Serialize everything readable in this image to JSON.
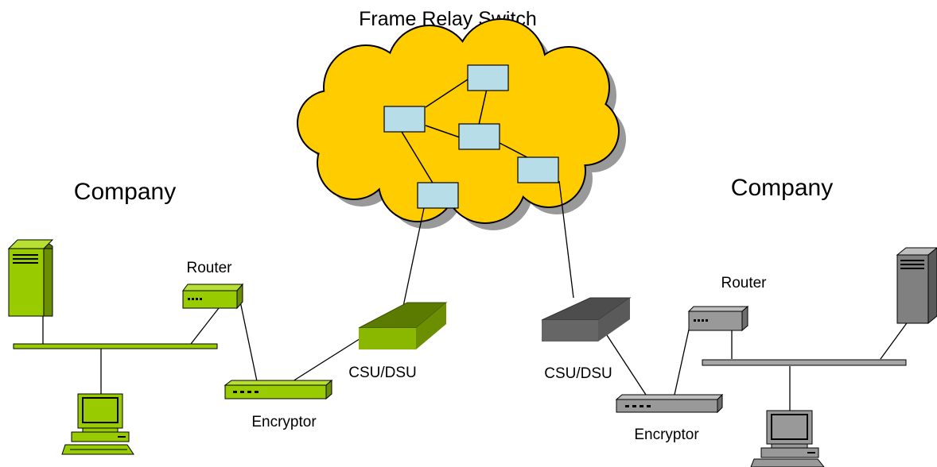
{
  "diagram": {
    "cloud_label": "Frame Relay Switch",
    "left_site": {
      "title": "Company",
      "router_label": "Router",
      "encryptor_label": "Encryptor",
      "csu_label": "CSU/DSU"
    },
    "right_site": {
      "title": "Company",
      "router_label": "Router",
      "encryptor_label": "Encryptor",
      "csu_label": "CSU/DSU"
    }
  },
  "colors": {
    "cloud_fill": "#ffcc00",
    "cloud_shadow": "#999999",
    "switch_fill": "#b7dee8",
    "left_device": "#99cc00",
    "left_device_dark": "#5a7a00",
    "right_device": "#808080",
    "right_device_dark": "#4d4d4d"
  },
  "icons": {
    "server": "server-tower-icon",
    "workstation": "desktop-computer-icon",
    "router": "router-icon",
    "encryptor": "encryptor-icon",
    "csu_dsu": "csu-dsu-box-icon",
    "switch": "frame-relay-switch-icon"
  }
}
